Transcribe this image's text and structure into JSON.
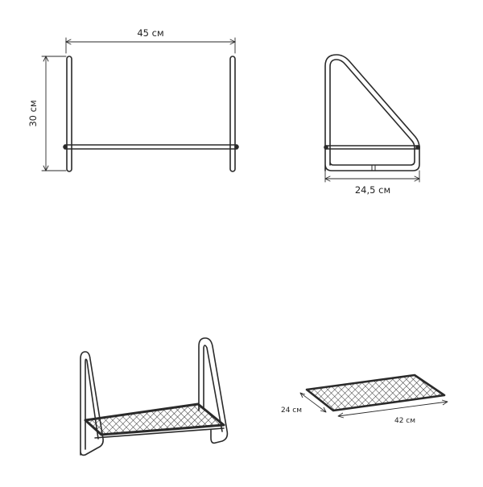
{
  "views": {
    "front": {
      "width_label": "45 см",
      "height_label": "30 см"
    },
    "side": {
      "depth_label": "24,5 см"
    },
    "shelf": {
      "depth_label": "24 см",
      "length_label": "42 см"
    }
  }
}
